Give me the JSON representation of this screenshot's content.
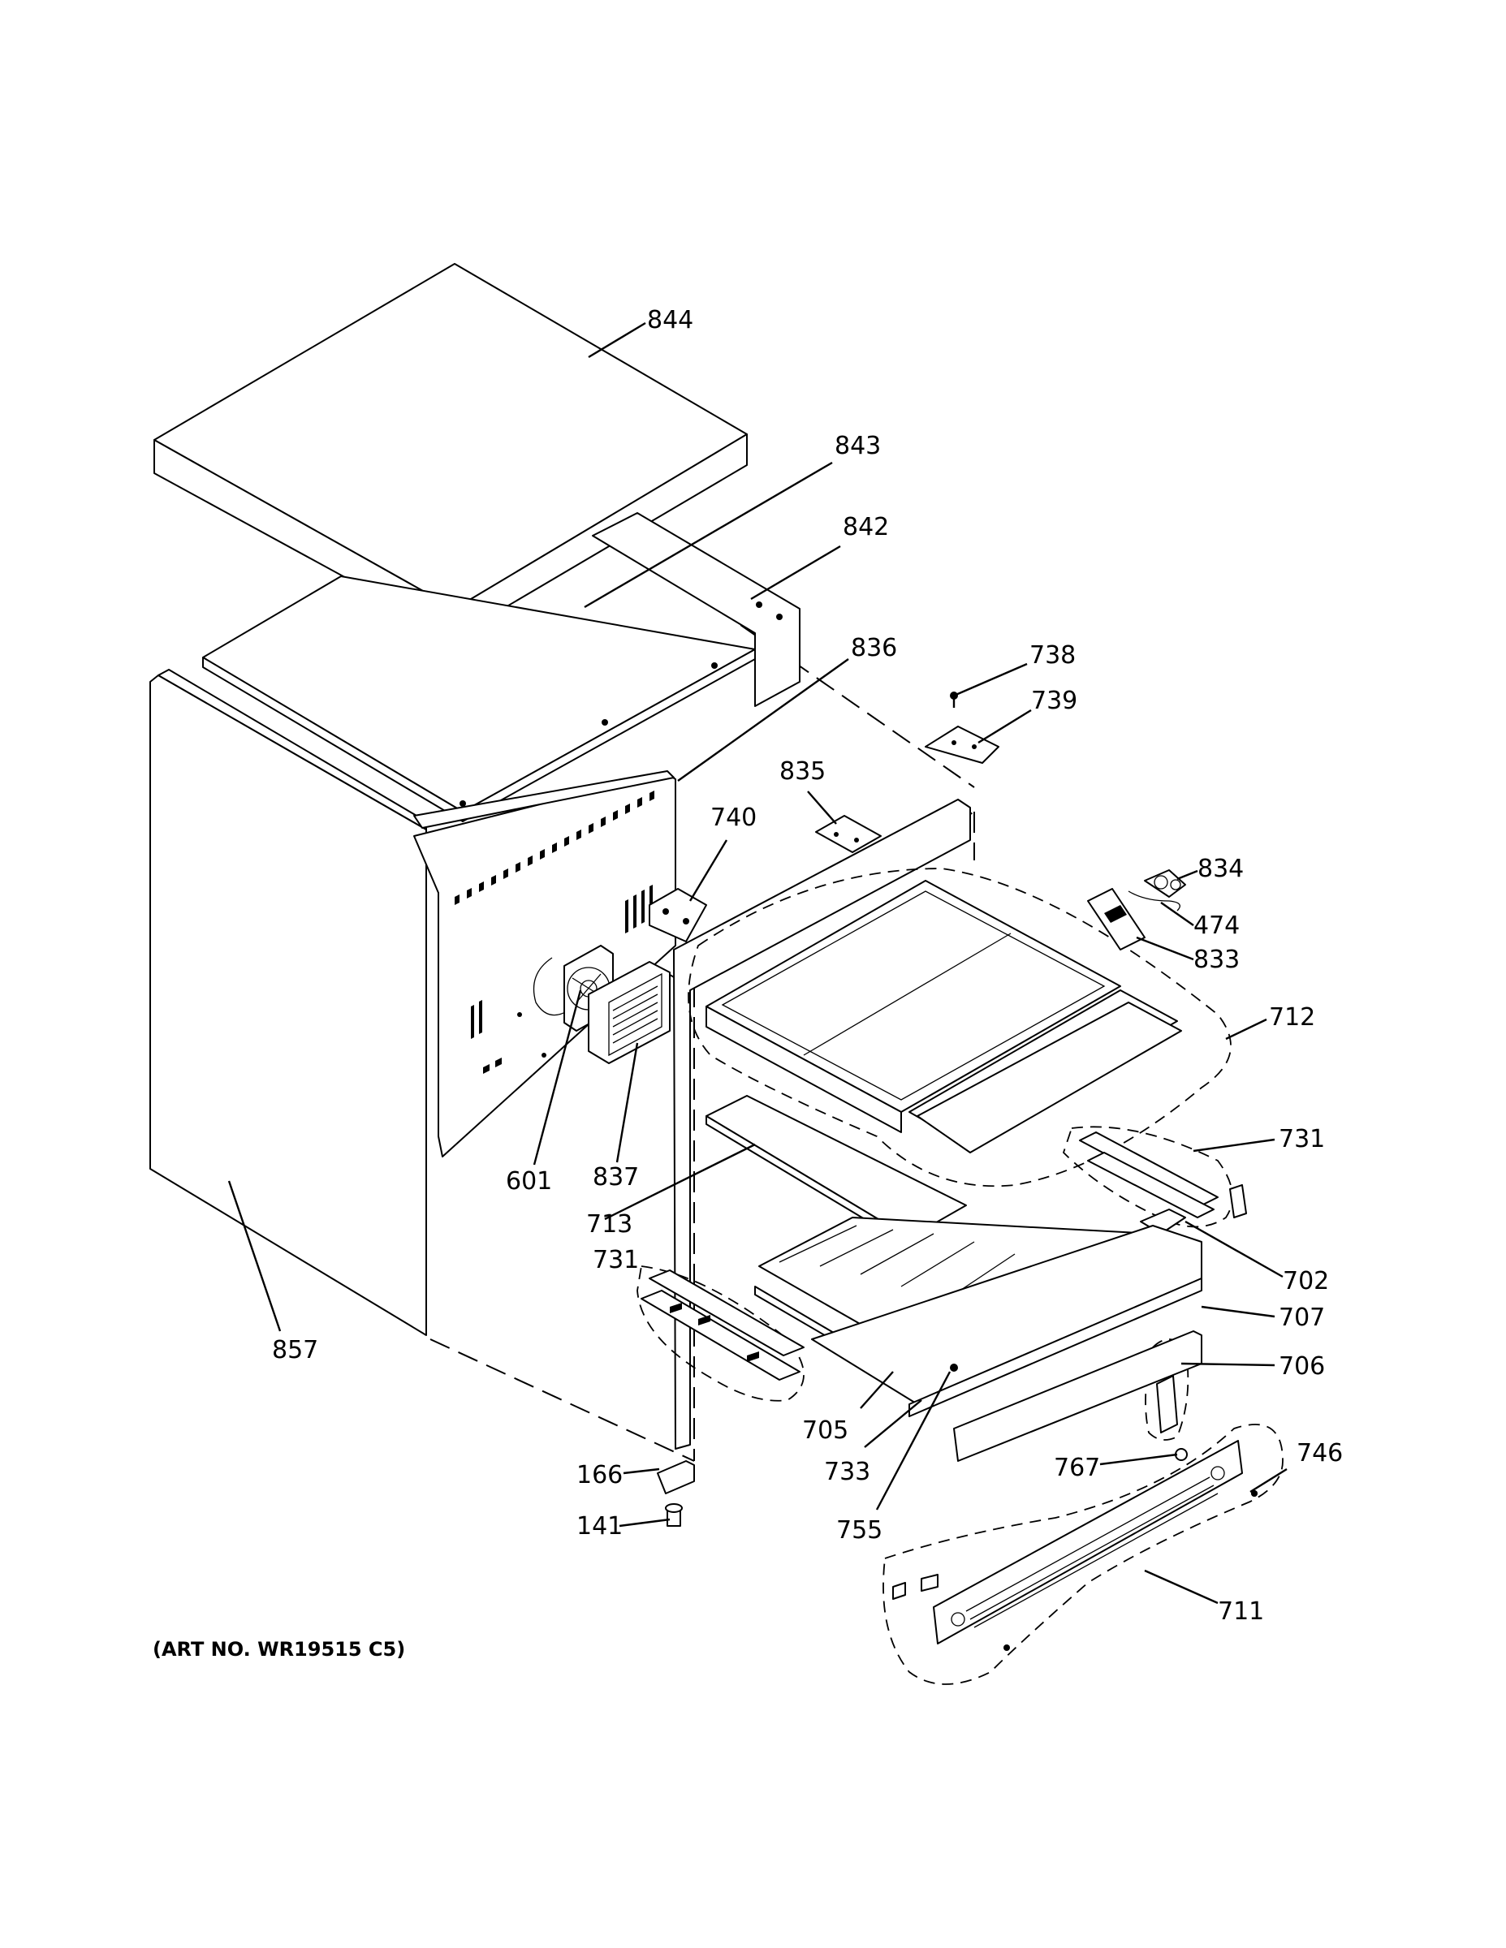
{
  "callouts": {
    "c844": "844",
    "c843": "843",
    "c842": "842",
    "c836": "836",
    "c738": "738",
    "c739": "739",
    "c835": "835",
    "c740": "740",
    "c834": "834",
    "c474": "474",
    "c833": "833",
    "c712": "712",
    "c731a": "731",
    "c601": "601",
    "c837": "837",
    "c713": "713",
    "c731b": "731",
    "c702": "702",
    "c707": "707",
    "c706": "706",
    "c857": "857",
    "c705": "705",
    "c746": "746",
    "c166": "166",
    "c767": "767",
    "c733": "733",
    "c141": "141",
    "c755": "755",
    "c711": "711"
  },
  "art_number": "(ART NO. WR19515 C5)"
}
